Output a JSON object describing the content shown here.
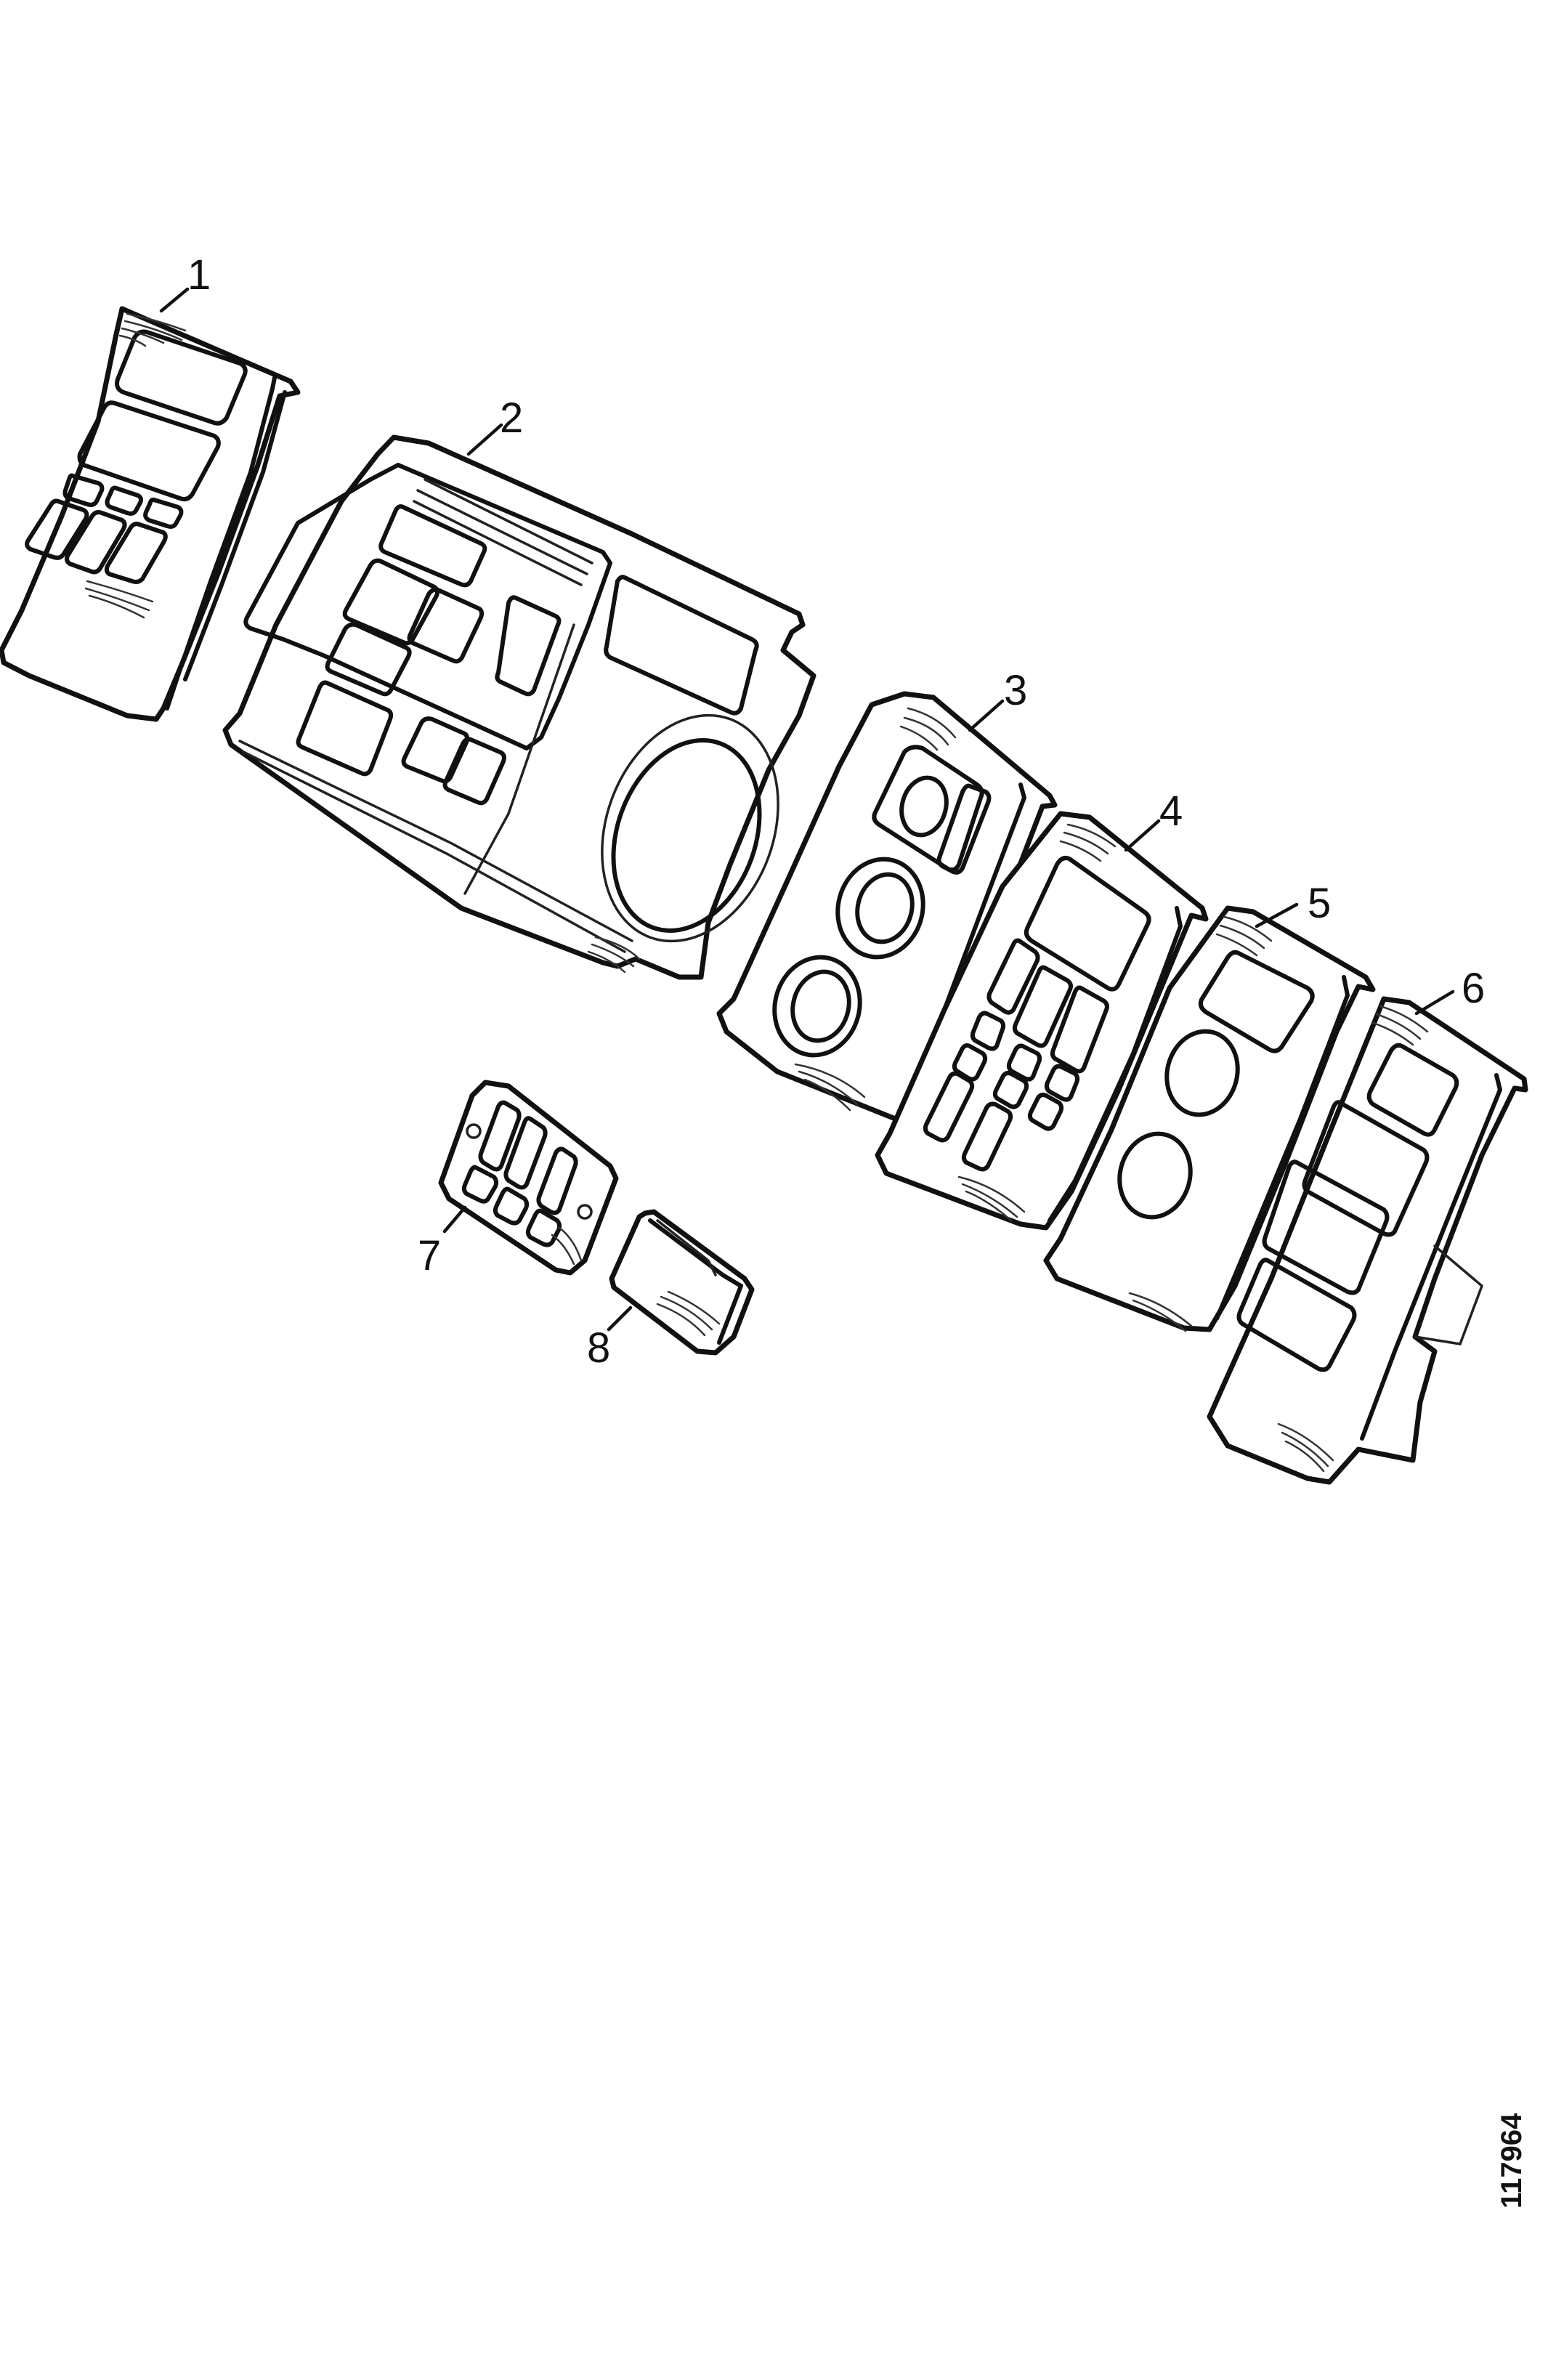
{
  "diagram": {
    "type": "exploded-parts-illustration",
    "subject": "Dashboard instrument panel trim panels",
    "reference_number": "117964",
    "callouts": [
      {
        "id": 1,
        "label": "1"
      },
      {
        "id": 2,
        "label": "2"
      },
      {
        "id": 3,
        "label": "3"
      },
      {
        "id": 4,
        "label": "4"
      },
      {
        "id": 5,
        "label": "5"
      },
      {
        "id": 6,
        "label": "6"
      },
      {
        "id": 7,
        "label": "7"
      },
      {
        "id": 8,
        "label": "8"
      }
    ],
    "colors": {
      "background": "#ffffff",
      "line": "#111111"
    }
  }
}
